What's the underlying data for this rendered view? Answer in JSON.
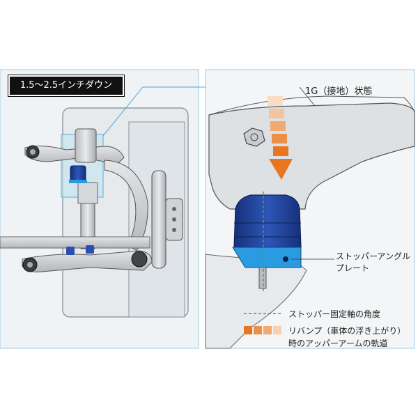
{
  "badge": {
    "text": "1.5〜2.5インチダウン"
  },
  "labels": {
    "state_1g": "1G（接地）状態",
    "stopper_plate_line1": "ストッパーアングル",
    "stopper_plate_line2": "プレート"
  },
  "legend": {
    "stopper_axis": "ストッパー固定軸の角度",
    "rebound_line1": "リバンプ（車体の浮き上がり）",
    "rebound_line2": "時のアッパーアームの軌道"
  },
  "colors": {
    "stopper_blue": "#1f3f8f",
    "plate_light_blue": "#2a9be0",
    "arrow_orange": "#e8761e",
    "axis_green": "#3aa64a",
    "highlight_cyan": "#bfe3f3"
  }
}
